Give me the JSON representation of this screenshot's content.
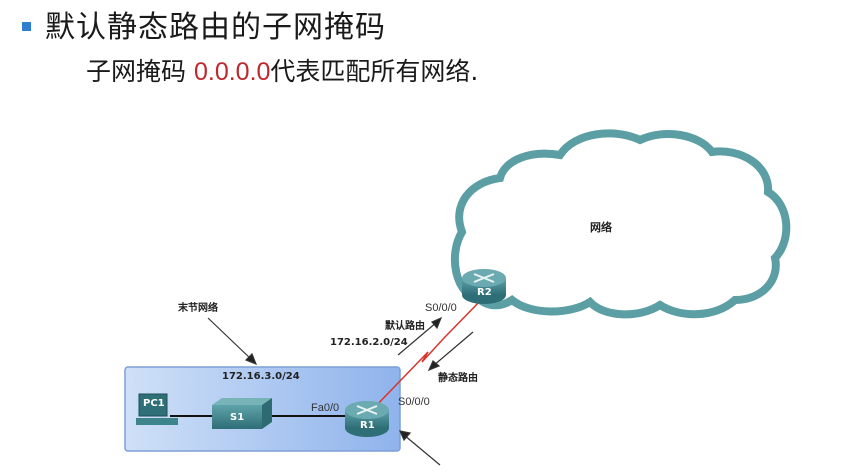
{
  "slide": {
    "title": "默认静态路由的子网掩码",
    "subtitle_prefix": "子网掩码",
    "subtitle_mask": "0.0.0.0",
    "subtitle_suffix": "代表匹配所有网络."
  },
  "diagram": {
    "cloud_label": "网络",
    "stub_network_label": "末节网络",
    "lan_network": "172.16.3.0/24",
    "wan_network": "172.16.2.0/24",
    "default_route_label": "默认路由",
    "static_route_label": "静态路由",
    "pc_label": "PC1",
    "switch_label": "S1",
    "r1_label": "R1",
    "r2_label": "R2",
    "r1_fa_interface": "Fa0/0",
    "r1_serial_interface": "S0/0/0",
    "r2_serial_interface": "S0/0/0"
  },
  "colors": {
    "bullet": "#2f7fd0",
    "mask_highlight": "#c0272d",
    "cloud_stroke": "#5b9ea3",
    "device_teal": "#3a8088",
    "serial_link": "#d9342b",
    "lan_box": "#a9c6f0"
  }
}
